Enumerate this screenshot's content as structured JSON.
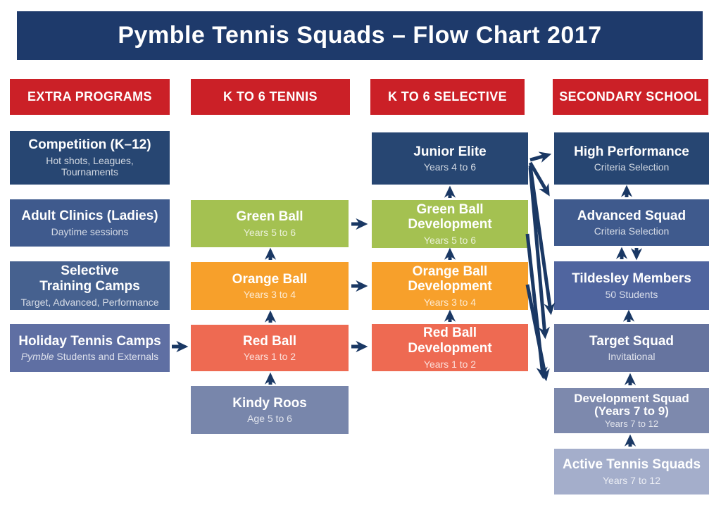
{
  "title": "Pymble Tennis Squads – Flow Chart 2017",
  "colors": {
    "title_bar": "#1e3a6b",
    "header_red": "#cb2027",
    "navy": "#274672",
    "blue": "#3f5a8d",
    "blue_mid": "#46618f",
    "slate": "#5f6fa3",
    "slate_light": "#66749f",
    "tildesley_blue": "#50659f",
    "gray_blue": "#7886ab",
    "gray_blue2": "#7d89ad",
    "pale_blue": "#a4aecb",
    "green": "#a4c151",
    "orange": "#f7a02b",
    "salmon": "#ee6a52",
    "arrow": "#1a3864"
  },
  "columns": [
    {
      "header": "EXTRA PROGRAMS",
      "boxes": [
        {
          "title": "Competition (K–12)",
          "subtitle": [
            "Hot shots, Leagues,",
            "Tournaments"
          ]
        },
        {
          "title": "Adult Clinics (Ladies)",
          "subtitle": "Daytime sessions"
        },
        {
          "title": [
            "Selective",
            "Training Camps"
          ],
          "subtitle": "Target, Advanced, Performance"
        },
        {
          "title": "Holiday Tennis Camps",
          "subtitle_em": "Pymble",
          "subtitle_rest": " Students and Externals"
        }
      ]
    },
    {
      "header": "K TO 6 TENNIS",
      "boxes": [
        {
          "title": "Green Ball",
          "subtitle": "Years 5 to 6"
        },
        {
          "title": "Orange Ball",
          "subtitle": "Years 3 to 4"
        },
        {
          "title": "Red Ball",
          "subtitle": "Years 1 to 2"
        },
        {
          "title": "Kindy Roos",
          "subtitle": "Age 5 to 6"
        }
      ]
    },
    {
      "header": "K TO 6 SELECTIVE",
      "boxes": [
        {
          "title": "Junior Elite",
          "subtitle": "Years 4 to 6"
        },
        {
          "title": [
            "Green Ball",
            "Development"
          ],
          "subtitle": "Years 5 to 6"
        },
        {
          "title": [
            "Orange Ball",
            "Development"
          ],
          "subtitle": "Years 3 to 4"
        },
        {
          "title": [
            "Red Ball",
            "Development"
          ],
          "subtitle": "Years 1 to 2"
        }
      ]
    },
    {
      "header": "SECONDARY SCHOOL",
      "boxes": [
        {
          "title": "High Performance",
          "subtitle": "Criteria Selection"
        },
        {
          "title": "Advanced Squad",
          "subtitle": "Criteria Selection"
        },
        {
          "title": "Tildesley Members",
          "subtitle": "50 Students"
        },
        {
          "title": "Target Squad",
          "subtitle": "Invitational"
        },
        {
          "title": [
            "Development Squad",
            "(Years 7 to 9)"
          ],
          "subtitle": "Years 7 to 12"
        },
        {
          "title": "Active Tennis Squads",
          "subtitle": "Years 7 to 12"
        }
      ]
    }
  ]
}
